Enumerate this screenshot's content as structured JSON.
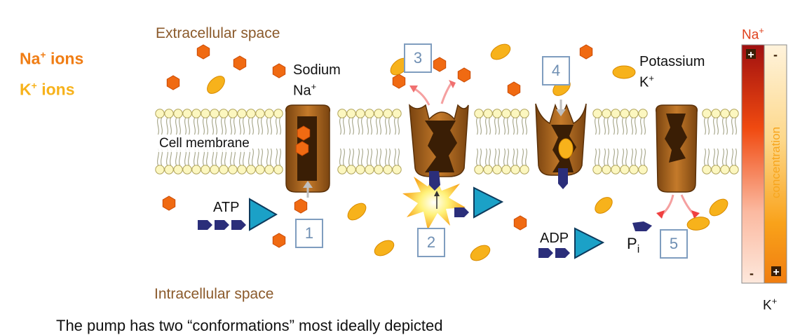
{
  "legend": {
    "na_label": "Na",
    "na_charge": "+",
    "na_suffix": " ions",
    "k_label": "K",
    "k_charge": "+",
    "k_suffix": " ions",
    "na_color": "#f07d14",
    "k_color": "#f7b21b"
  },
  "regions": {
    "extracellular": "Extracellular space",
    "intracellular": "Intracellular space",
    "membrane": "Cell membrane"
  },
  "ions": {
    "sodium_name": "Sodium",
    "sodium_symbol": "Na",
    "sodium_charge": "+",
    "potassium_name": "Potassium",
    "potassium_symbol": "K",
    "potassium_charge": "+"
  },
  "molecules": {
    "atp": "ATP",
    "adp": "ADP",
    "phosphate": "P",
    "phosphate_sub": "i"
  },
  "steps": [
    "1",
    "2",
    "3",
    "4",
    "5"
  ],
  "gradient": {
    "na_label": "Na",
    "na_charge": "+",
    "k_label": "K",
    "k_charge": "+",
    "axis_label": "concentration",
    "plus": "+",
    "minus": "-"
  },
  "caption": "The pump has two “conformations” most ideally depicted"
}
